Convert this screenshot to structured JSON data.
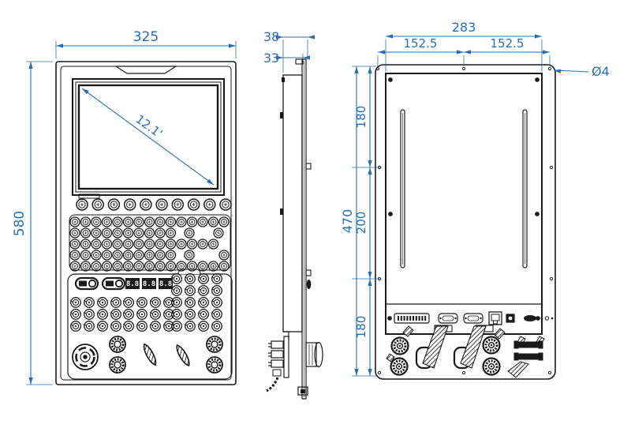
{
  "drawing": {
    "colors": {
      "line": "#1a1a1a",
      "dimension": "#2470b8",
      "background": "#ffffff"
    }
  },
  "front_view": {
    "dims": {
      "width": "325",
      "height": "580",
      "screen_diagonal": "12.1'"
    },
    "segment_displays": {
      "d1": "8.8",
      "d2": "8.8",
      "d3": "8.8"
    }
  },
  "side_view": {
    "dims": {
      "depth_total": "38",
      "depth_body": "33"
    }
  },
  "back_view": {
    "dims": {
      "chassis_width": "283",
      "hole_span_left": "152.5",
      "hole_span_right": "152.5",
      "overall_height": "470",
      "upper_span": "180",
      "middle_span": "200",
      "lower_span": "180",
      "hole_diameter": "Ø4"
    }
  }
}
